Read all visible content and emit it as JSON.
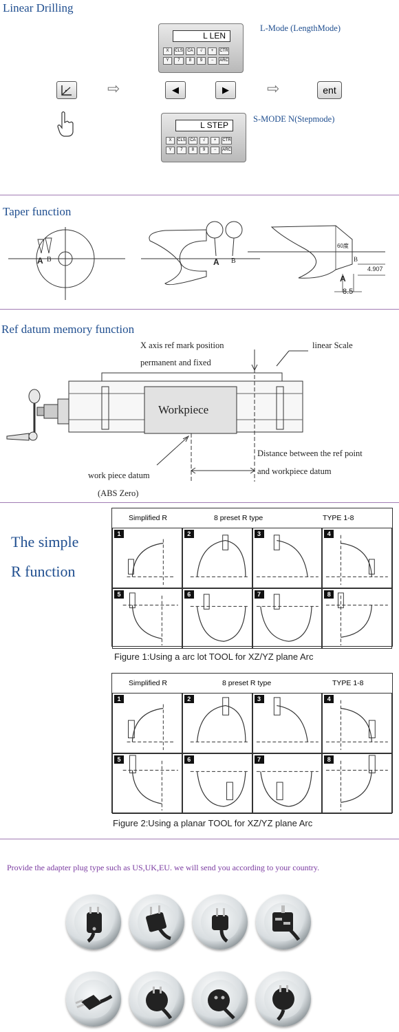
{
  "linear_drilling": {
    "title": "Linear Drilling",
    "l_mode_label": "L-Mode (LengthMode)",
    "s_mode_label": "S-MODE N(Stepmode)",
    "l_display": "L LEN",
    "s_display": "L STEP",
    "keys": [
      "X",
      "CLS",
      "CA",
      "√",
      "+",
      "CTR",
      "Y",
      "7",
      "8",
      "9",
      "−",
      "ARC"
    ],
    "ent_label": "ent"
  },
  "taper": {
    "title": "Taper function",
    "label_a": "A",
    "label_b": "B",
    "angle_label": "60度",
    "dim_1": "4.907",
    "dim_2": "8.5"
  },
  "ref_datum": {
    "title": "Ref datum memory function",
    "mark_line1": "X axis ref mark position",
    "mark_line2": "permanent and fixed",
    "scale_label": "linear Scale",
    "workpiece_label": "Workpiece",
    "distance_line1": "Distance between the ref point",
    "distance_line2": "and workpiece datum",
    "datum_label": "work piece datum",
    "abs_label": "(ABS Zero)"
  },
  "simple_r": {
    "title_line1": "The simple",
    "title_line2": "R  function",
    "figures": [
      {
        "head": [
          "Simplified R",
          "8 preset R type",
          "TYPE 1-8"
        ],
        "cells": [
          "1",
          "2",
          "3",
          "4",
          "5",
          "6",
          "7",
          "8"
        ],
        "caption": "Figure 1:Using a arc lot  TOOL for  XZ/YZ plane Arc"
      },
      {
        "head": [
          "Simplified R",
          "8 preset R type",
          "TYPE 1-8"
        ],
        "cells": [
          "1",
          "2",
          "3",
          "4",
          "5",
          "6",
          "7",
          "8"
        ],
        "caption": "Figure 2:Using a planar  TOOL for  XZ/YZ plane Arc"
      }
    ]
  },
  "adapter": {
    "text": "Provide the adapter plug type  such as US,UK,EU.  we will send you according to your country.",
    "plugs": [
      "us-plug-icon",
      "us-plug-icon",
      "us-plug-icon",
      "uk-plug-icon",
      "eu-plug-icon",
      "eu-plug-icon",
      "eu-plug-icon",
      "eu-plug-icon"
    ]
  },
  "colors": {
    "heading": "#1f4e8f",
    "rule": "#a07ab3",
    "adapter_text": "#7a3aa0"
  }
}
